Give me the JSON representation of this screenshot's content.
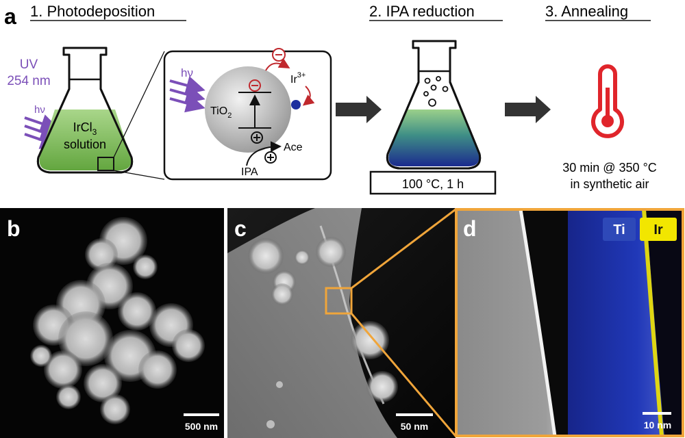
{
  "panel_a": {
    "letter": "a",
    "step1": "1. Photodeposition",
    "step2": "2. IPA reduction",
    "step3": "3. Annealing",
    "uv_line1": "UV",
    "uv_line2": "254 nm",
    "hv": "hν",
    "flask_line1": "IrCl",
    "flask_sub": "3",
    "flask_line2": "solution",
    "tio2": "TiO",
    "tio2_sub": "2",
    "ir": "Ir",
    "ir_sup": "3+",
    "ace": "Ace",
    "ipa": "IPA",
    "reduction_condition": "100 °C, 1 h",
    "anneal_line1": "30 min @ 350 °C",
    "anneal_line2": "in synthetic air"
  },
  "panel_b": {
    "letter": "b",
    "scale": "500 nm"
  },
  "panel_c": {
    "letter": "c",
    "scale": "50 nm"
  },
  "panel_d": {
    "letter": "d",
    "scale": "10 nm",
    "legend_ti": "Ti",
    "legend_ir": "Ir"
  },
  "colors": {
    "uv": "#7b4fb8",
    "electron": "#c0282d",
    "orange_frame": "#f0a53a",
    "ti_map": "#1f35b0",
    "ir_map": "#f2e600",
    "thermometer": "#e0252b"
  }
}
